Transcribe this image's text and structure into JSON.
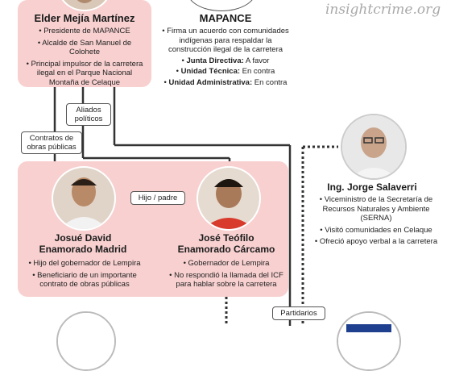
{
  "watermark": "insightcrime.org",
  "elder": {
    "name": "Elder Mejía Martínez",
    "bullets": [
      "• Presidente de MAPANCE",
      "• Alcalde de San Manuel de Colohete",
      "• Principal impulsor de la carretera ilegal en el Parque Nacional Montaña de Celaque"
    ]
  },
  "mapance": {
    "name": "MAPANCE",
    "bullet1": "• Firma un acuerdo con comunidades indígenas para respaldar la construcción ilegal de la carretera",
    "items": [
      {
        "label": "Junta Directiva:",
        "value": " A favor"
      },
      {
        "label": "Unidad Técnica:",
        "value": " En contra"
      },
      {
        "label": "Unidad Administrativa:",
        "value": " En contra"
      }
    ]
  },
  "jorge": {
    "name": "Ing. Jorge Salaverri",
    "bullets": [
      "• Viceministro de la Secretaría de Recursos Naturales y Ambiente (SERNA)",
      "• Visitó comunidades en Celaque",
      "• Ofreció apoyo verbal a la carretera"
    ]
  },
  "josue": {
    "name_line1": "Josué David",
    "name_line2": "Enamorado Madrid",
    "bullets": [
      "• Hijo del gobernador de Lempira",
      "• Beneficiario de un importante contrato de obras públicas"
    ]
  },
  "jose": {
    "name_line1": "José Teófilo",
    "name_line2": "Enamorado Cárcamo",
    "bullets": [
      "• Gobernador de Lempira",
      "• No respondió la llamada del ICF para hablar sobre la carretera"
    ]
  },
  "tags": {
    "aliados": "Aliados políticos",
    "contratos": "Contratos de obras públicas",
    "hijo": "Hijo / padre",
    "partidarios": "Partidarios"
  },
  "colors": {
    "pink_box": "#f8d0d0",
    "line": "#333333",
    "watermark": "#a9a9a9"
  }
}
